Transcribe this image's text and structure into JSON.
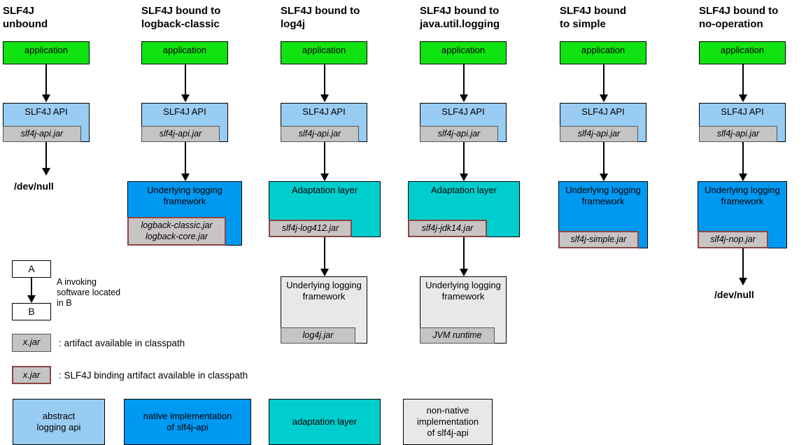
{
  "diagram": {
    "title": "SLF4J bound to various logging frameworks",
    "colors": {
      "application": "#11e211",
      "abstract_api": "#99ccf2",
      "native_impl": "#0099f2",
      "adaptation_layer": "#00cdcd",
      "non_native_impl": "#e8e8e8",
      "jar_chip": "#c4c4c4",
      "binding_border": "#8b4545",
      "outline": "#000000",
      "background": "#ffffff"
    }
  },
  "columns": [
    {
      "id": "unbound",
      "title": "SLF4J\nunbound",
      "nodes": [
        {
          "id": "application",
          "label": "application",
          "style": "green",
          "jars": []
        },
        {
          "id": "slf4j-api",
          "label": "SLF4J API",
          "style": "lightblue",
          "jars": [
            "slf4j-api.jar"
          ]
        }
      ],
      "terminal": "/dev/null"
    },
    {
      "id": "logback-classic",
      "title": "SLF4J bound to\nlogback-classic",
      "nodes": [
        {
          "id": "application",
          "label": "application",
          "style": "green",
          "jars": []
        },
        {
          "id": "slf4j-api",
          "label": "SLF4J API",
          "style": "lightblue",
          "jars": [
            "slf4j-api.jar"
          ]
        },
        {
          "id": "underlying",
          "label": "Underlying logging\nframework",
          "style": "blue",
          "jars": [
            "logback-classic.jar",
            "logback-core.jar"
          ]
        }
      ],
      "terminal": null
    },
    {
      "id": "log4j",
      "title": "SLF4J bound to\nlog4j",
      "nodes": [
        {
          "id": "application",
          "label": "application",
          "style": "green",
          "jars": []
        },
        {
          "id": "slf4j-api",
          "label": "SLF4J API",
          "style": "lightblue",
          "jars": [
            "slf4j-api.jar"
          ]
        },
        {
          "id": "adaptation",
          "label": "Adaptation layer",
          "style": "teal",
          "jars": [
            "slf4j-log412.jar"
          ]
        },
        {
          "id": "underlying",
          "label": "Underlying\nlogging\nframework",
          "style": "grey",
          "jars": [
            "log4j.jar"
          ]
        }
      ],
      "terminal": null
    },
    {
      "id": "java-util-logging",
      "title": "SLF4J bound to\njava.util.logging",
      "nodes": [
        {
          "id": "application",
          "label": "application",
          "style": "green",
          "jars": []
        },
        {
          "id": "slf4j-api",
          "label": "SLF4J API",
          "style": "lightblue",
          "jars": [
            "slf4j-api.jar"
          ]
        },
        {
          "id": "adaptation",
          "label": "Adaptation layer",
          "style": "teal",
          "jars": [
            "slf4j-jdk14.jar"
          ]
        },
        {
          "id": "underlying",
          "label": "Underlying\nlogging\nframework",
          "style": "grey",
          "jars": [
            "JVM runtime"
          ]
        }
      ],
      "terminal": null
    },
    {
      "id": "simple",
      "title": "SLF4J bound\nto simple",
      "nodes": [
        {
          "id": "application",
          "label": "application",
          "style": "green",
          "jars": []
        },
        {
          "id": "slf4j-api",
          "label": "SLF4J API",
          "style": "lightblue",
          "jars": [
            "slf4j-api.jar"
          ]
        },
        {
          "id": "underlying",
          "label": "Underlying\nlogging\nframework",
          "style": "blue",
          "jars": [
            "slf4j-simple.jar"
          ]
        }
      ],
      "terminal": null
    },
    {
      "id": "no-operation",
      "title": "SLF4J bound to\nno-operation",
      "nodes": [
        {
          "id": "application",
          "label": "application",
          "style": "green",
          "jars": []
        },
        {
          "id": "slf4j-api",
          "label": "SLF4J API",
          "style": "lightblue",
          "jars": [
            "slf4j-api.jar"
          ]
        },
        {
          "id": "underlying",
          "label": "Underlying\nlogging\nframework",
          "style": "blue",
          "jars": [
            "slf4j-nop.jar"
          ]
        }
      ],
      "terminal": "/dev/null"
    }
  ],
  "legend": {
    "relation": {
      "box_a": "A",
      "box_b": "B",
      "note": "A invoking\nsoftware located\nin B"
    },
    "artifact": {
      "chip": "x.jar",
      "note": ": artifact available in classpath"
    },
    "binding_artifact": {
      "chip": "x.jar",
      "note": ": SLF4J binding artifact available in classpath"
    },
    "keys": [
      {
        "id": "abstract-logging-api",
        "label": "abstract\nlogging api",
        "style": "lightblue"
      },
      {
        "id": "native-implementation",
        "label": "native implementation\nof slf4j-api",
        "style": "blue"
      },
      {
        "id": "adaptation-layer",
        "label": "adaptation layer",
        "style": "teal"
      },
      {
        "id": "non-native-implementation",
        "label": "non-native\nimplementation\nof slf4j-api",
        "style": "grey"
      }
    ]
  }
}
